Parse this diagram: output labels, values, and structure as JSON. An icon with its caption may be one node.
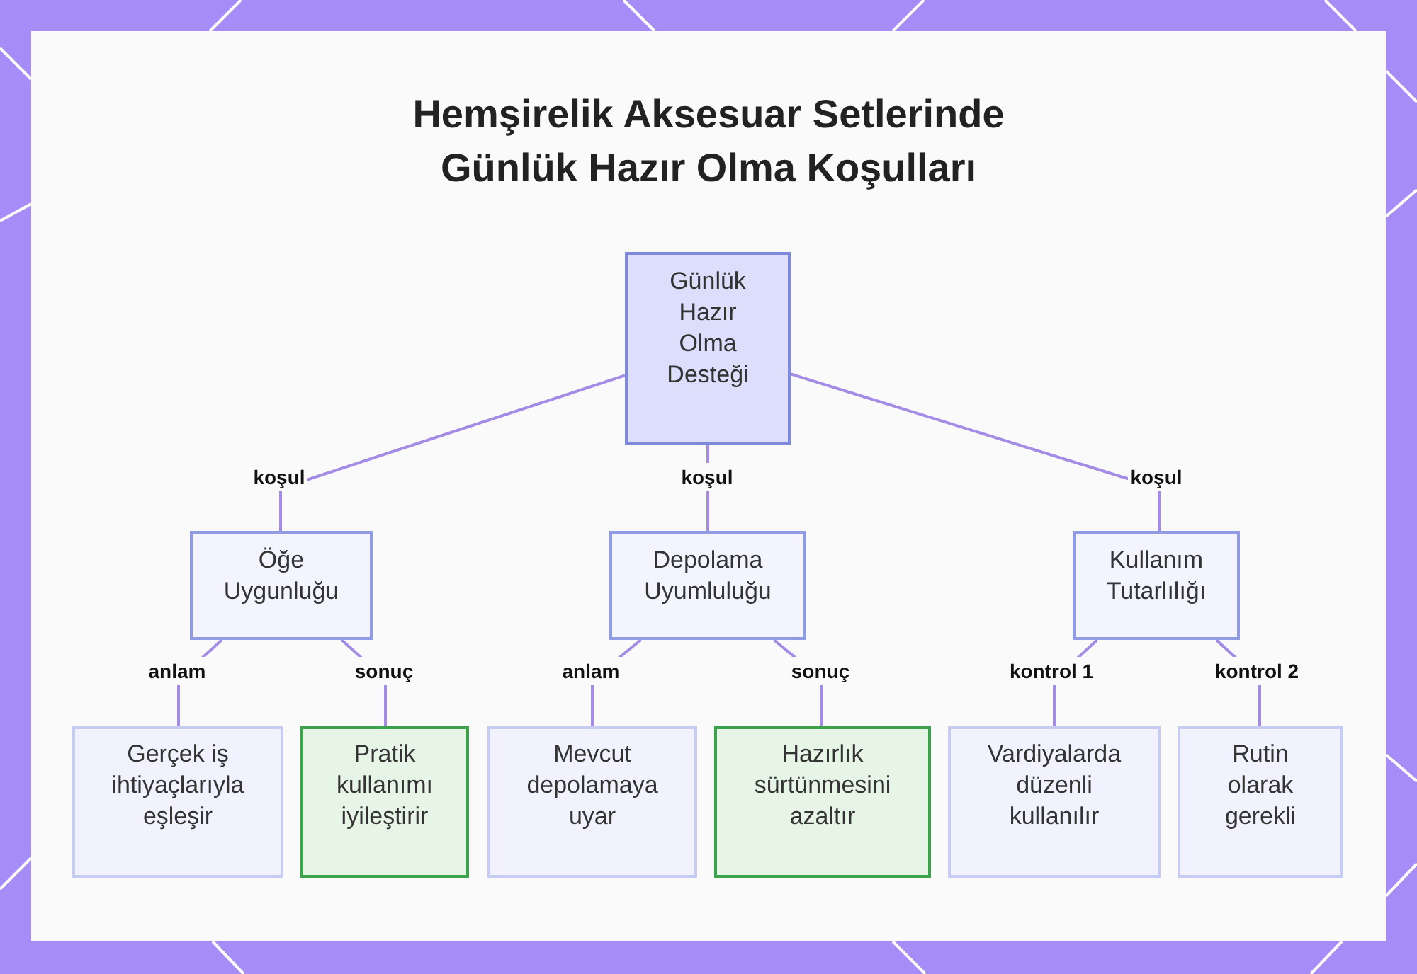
{
  "diagram": {
    "title": "Hemşirelik Aksesuar Setlerinde Günlük Hazır Olma Koşulları",
    "nodes": [
      {
        "text": [
          "Günlük Hazır Olma Desteği"
        ]
      },
      {
        "text": [
          "Öğe Uygunluğu"
        ]
      },
      {
        "text": [
          "Depolama Uyumluluğu"
        ]
      },
      {
        "text": [
          "Kullanım Tutarlılığı"
        ]
      },
      {
        "text": [
          "Gerçek iş ihtiyaçlarıyla eşleşir"
        ]
      },
      {
        "text": [
          "Pratik kullanımı iyileştirir"
        ]
      },
      {
        "text": [
          "Mevcut depolamaya uyar"
        ]
      },
      {
        "text": [
          "Hazırlık sürtünmesini azaltır"
        ]
      },
      {
        "text": [
          "Vardiyalarda düzenli kullanılır"
        ]
      },
      {
        "text": [
          "Rutin olarak gerekli"
        ]
      }
    ],
    "edges": [
      {
        "from": 0,
        "to": 1,
        "arrow": "none",
        "label": "koşul"
      },
      {
        "from": 0,
        "to": 2,
        "arrow": "none",
        "label": "koşul"
      },
      {
        "from": 0,
        "to": 3,
        "arrow": "none",
        "label": "koşul"
      },
      {
        "from": 1,
        "to": 4,
        "arrow": "none",
        "label": "anlam"
      },
      {
        "from": 1,
        "to": 5,
        "arrow": "none",
        "label": "sonuç"
      },
      {
        "from": 2,
        "to": 6,
        "arrow": "none",
        "label": "anlam"
      },
      {
        "from": 2,
        "to": 7,
        "arrow": "none",
        "label": "sonuç"
      },
      {
        "from": 3,
        "to": 8,
        "arrow": "none",
        "label": "kontrol 1"
      },
      {
        "from": 3,
        "to": 9,
        "arrow": "none",
        "label": "kontrol 2"
      }
    ]
  }
}
